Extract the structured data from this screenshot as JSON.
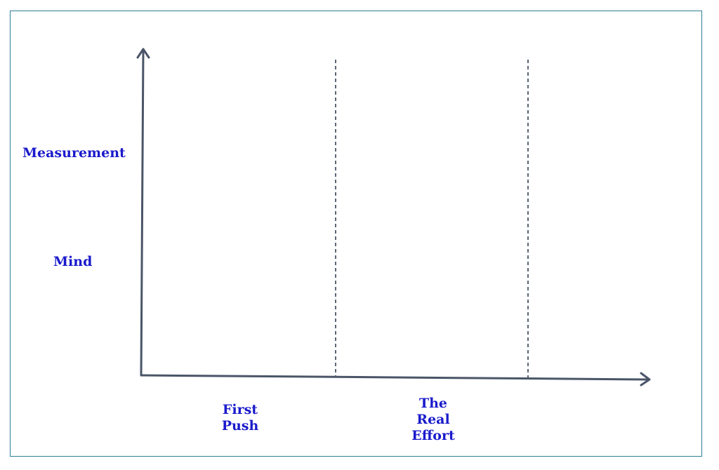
{
  "labels": {
    "y_top": "Measurement",
    "y_bottom": "Mind",
    "x_first": "First Push",
    "x_second": "The Real Effort"
  },
  "colors": {
    "frame": "#2e7f96",
    "axis": "#4a5568",
    "label": "#1a1acc"
  }
}
